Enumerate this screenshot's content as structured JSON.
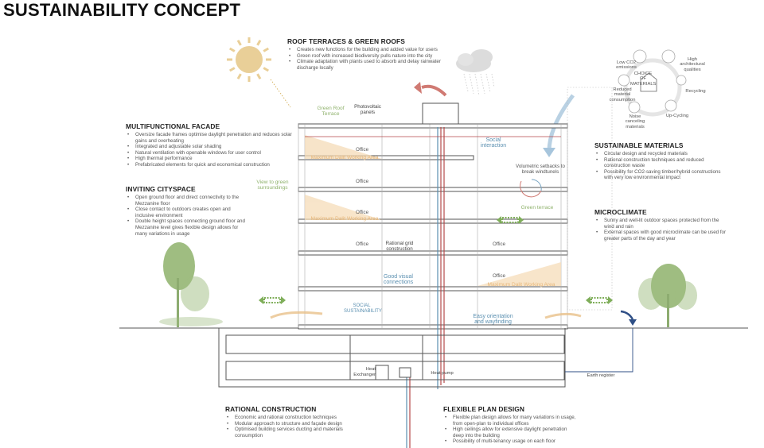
{
  "title": "SUSTAINABILITY CONCEPT",
  "sections": {
    "roof": {
      "heading": "ROOF TERRACES & GREEN ROOFS",
      "bullets": [
        "Creates new functions for the building and added value for users",
        "Green roof with increased biodiversity pulls nature into the city",
        "Climate adaptation with plants used to absorb and delay rainwater discharge locally"
      ]
    },
    "facade": {
      "heading": "MULTIFUNCTIONAL FACADE",
      "bullets": [
        "Oversize facade frames optimise daylight penetration and reduces solar gains and overheating",
        "Integrated and adjustable solar shading",
        "Natural ventilation with openable windows for user control",
        "High thermal performance",
        "Prefabricated elements for quick and economical construction"
      ]
    },
    "cityspace": {
      "heading": "INVITING CITYSPACE",
      "bullets": [
        "Open ground floor and direct connectivity to the Mezzanine floor",
        "Close contact to outdoors creates open and inclusive environment",
        "Double height spaces connecting ground floor and Mezzanine level gives flexible design allows for many variations in usage"
      ]
    },
    "materials": {
      "heading": "SUSTAINABLE MATERIALS",
      "bullets": [
        "Circular design and recycled materials",
        "Rational construction techniques and reduced construction waste",
        "Possibility for CO2-saving timber/hybrid constructions with very low environmental impact"
      ]
    },
    "microclimate": {
      "heading": "MICROCLIMATE",
      "bullets": [
        "Sunny and well-lit outdoor spaces protected from the wind and rain",
        "External spaces with good microclimate can be used for greater parts of the day and year"
      ]
    },
    "construction": {
      "heading": "RATIONAL CONSTRUCTION",
      "bullets": [
        "Economic and rational construction techniques",
        "Modular approach to structure and façade design",
        "Optimised building services ducting and materials consumption"
      ]
    },
    "plan": {
      "heading": "FLEXIBLE PLAN DESIGN",
      "bullets": [
        "Flexible plan design allows for many variations in usage, from open-plan to individual offices",
        "High ceilings allow for extensive daylight penetration deep into the building",
        "Possibility of multi-tenancy usage on each floor"
      ]
    }
  },
  "materials_wheel": {
    "center": "CHOICE OF MATERIALS",
    "items": [
      "Low CO2 emissions",
      "High architectural qualities",
      "Recycling",
      "Up-Cycling",
      "Noise canceling materials",
      "Reduced material consumption"
    ]
  },
  "labels": {
    "green_roof_terrace": "Green Roof Terrace",
    "photovoltaic": "Photovoltaic panels",
    "office": "Office",
    "max_daylit": "Maximum Dalit Working Area",
    "social_interaction": "Social interaction",
    "volumetric": "Volumetric setbacks to break windtunels",
    "green_terrace": "Green terrace",
    "view_green": "View to green surroundings",
    "rational_grid": "Rational grid construction",
    "good_visual": "Good visual connections",
    "social_sustainability": "SOCIAL SUSTAINABILITY",
    "easy_orientation": "Easy orientation and wayfinding",
    "heat_exchanger": "Heat Exchanger",
    "heat_pump": "Heat pump",
    "earth_register": "Earth register"
  },
  "colors": {
    "sun": "#e9cf98",
    "daylight": "#f5dcb8",
    "daylight_text": "#e7b77a",
    "green": "#7fae5a",
    "blue_pipe": "#5a8fb0",
    "red_pipe": "#b5494a",
    "cloud": "#dcdcdc",
    "earth_arrow": "#2f4f86"
  }
}
